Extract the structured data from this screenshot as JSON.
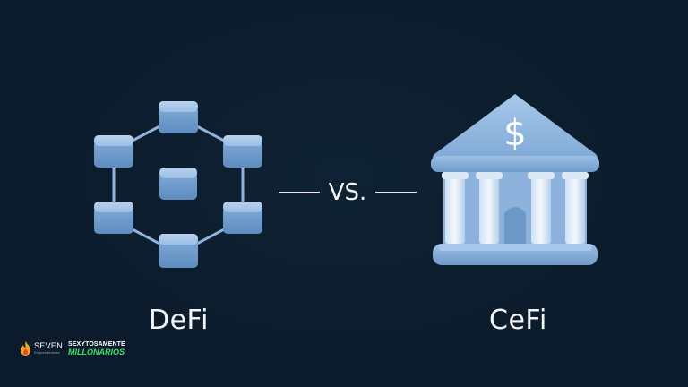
{
  "left": {
    "label": "DeFi",
    "icon": "blockchain-network-icon"
  },
  "right": {
    "label": "CeFi",
    "icon": "bank-icon",
    "symbol": "$"
  },
  "versus": {
    "text": "VS."
  },
  "brand": {
    "seven": "SEVEN",
    "seven_sub": "Emprendedores",
    "sexy_top": "SEXYTOSAMENTE",
    "sexy_bottom": "MILLONARIOS"
  },
  "colors": {
    "background": "#0b1b2b",
    "icon_blue": "#7fa9d6",
    "text": "#f2f4f7",
    "brand_green": "#3ee06a"
  }
}
